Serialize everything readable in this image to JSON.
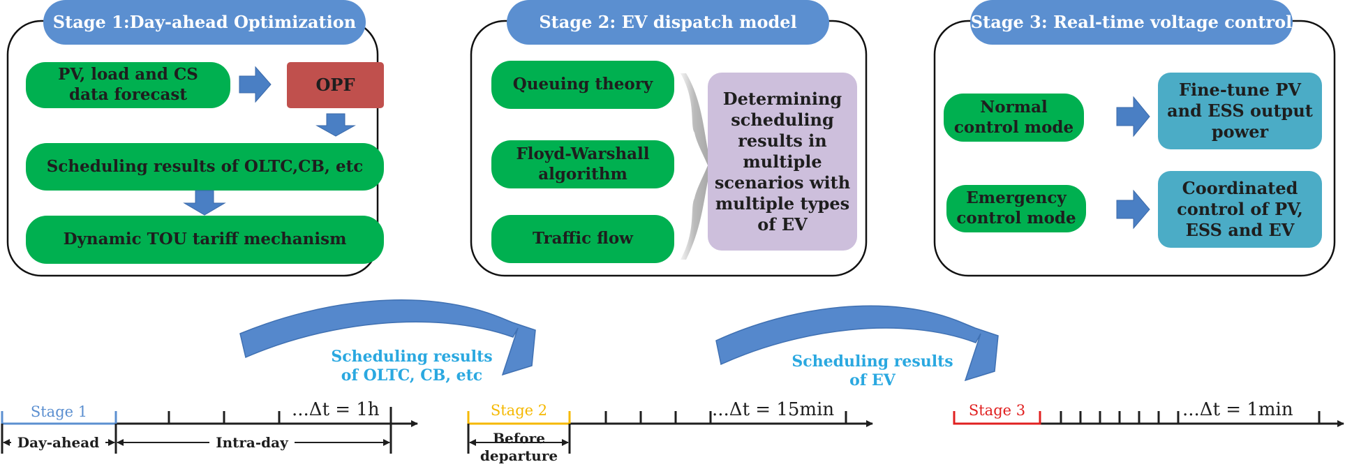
{
  "stage1": {
    "title": "Stage 1:Day-ahead Optimization",
    "forecast": "PV, load and CS data forecast",
    "opf": "OPF",
    "scheduling": "Scheduling results of OLTC,CB, etc",
    "tou": "Dynamic TOU tariff mechanism"
  },
  "stage2": {
    "title": "Stage 2: EV dispatch model",
    "queuing": "Queuing theory",
    "floyd": "Floyd-Warshall algorithm",
    "traffic": "Traffic flow",
    "result": "Determining scheduling results in multiple scenarios with multiple types of EV"
  },
  "stage3": {
    "title": "Stage 3: Real-time voltage control",
    "normal": "Normal control mode",
    "finetune": "Fine-tune PV and ESS output power",
    "emergency": "Emergency control mode",
    "coordinated": "Coordinated control of PV, ESS and EV"
  },
  "transfer": {
    "first": "Scheduling results of OLTC, CB, etc",
    "second": "Scheduling results of EV"
  },
  "timeline": {
    "stage1_label": "Stage 1",
    "stage2_label": "Stage 2",
    "stage3_label": "Stage 3",
    "day_ahead": "Day-ahead",
    "intra_day": "Intra-day",
    "before_departure": "Before departure",
    "dt1": "...Δt = 1h",
    "dt2": "...Δt = 15min",
    "dt3": "...Δt = 1min"
  },
  "colors": {
    "title_blue": "#5b8fd0",
    "green": "#00b050",
    "opf_red": "#c0504d",
    "lavender": "#cdbfdc",
    "teal": "#4bacc6",
    "arrow_blue": "#5588cc",
    "text_cyan": "#2aa8e0",
    "stage1_line": "#5b8fd0",
    "stage2_line": "#f5b800",
    "stage3_line": "#e02020"
  }
}
